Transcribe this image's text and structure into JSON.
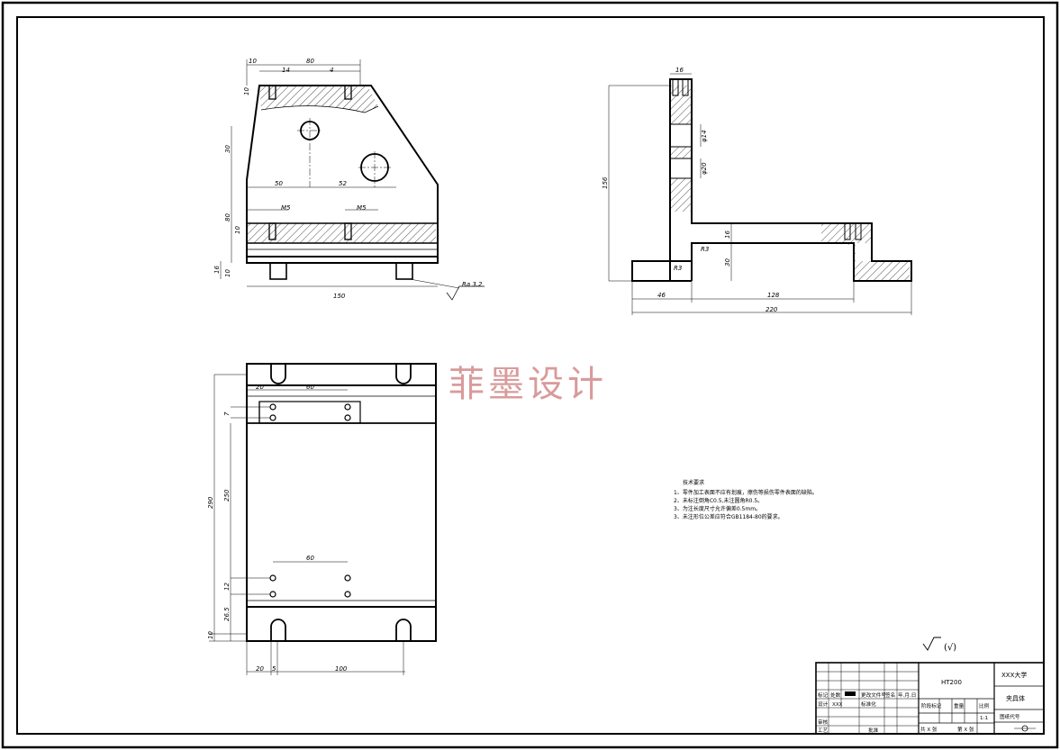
{
  "watermark": "菲墨设计",
  "front_view": {
    "dims": {
      "top_total": "80",
      "top_left_small": "10",
      "slot_width": "14",
      "hole_top_right": "4",
      "left_top": "10",
      "hole_spacing_v": "30",
      "hole_h1": "50",
      "hole_h2": "52",
      "left_80": "80",
      "tap_left": "M5",
      "tap_right": "M5",
      "slot_10": "10",
      "foot_16": "16",
      "foot_10": "10",
      "width_150": "150"
    },
    "roughness": "Ra 3.2"
  },
  "side_view": {
    "dims": {
      "top_16": "16",
      "hole_upper": "φ14",
      "hole_lower": "φ20",
      "height_156": "156",
      "web_16": "16",
      "r3_upper": "R3",
      "r3_lower": "R3",
      "rib_30": "30",
      "d46": "46",
      "d128": "128",
      "d220": "220"
    }
  },
  "top_view": {
    "dims": {
      "top_20": "20",
      "top_60": "60",
      "v7": "7",
      "total_290": "290",
      "inner_250": "250",
      "bot_60": "60",
      "v12": "12",
      "v265": "26.5",
      "v10": "10",
      "b20": "20",
      "b5": "5",
      "b100": "100"
    }
  },
  "tech_notes": {
    "heading": "技术要求",
    "lines": [
      "1、零件加工表面不应有划痕，擦伤等损伤零件表面的缺陷。",
      "2、未标注倒角C0.5,未注圆角R0.5。",
      "3、为注长度尺寸允许偏差0.5mm。",
      "3、未注形位公差应符合GB1184-80的要求。"
    ]
  },
  "surface_symbol": "(√)",
  "title_block": {
    "material": "HT200",
    "school": "XXX大学",
    "part_name": "夹具体",
    "drawing_no": "图纸代号",
    "scale_label": "比例",
    "scale": "1:1",
    "weight_label": "重量",
    "stage_label": "阶段标记",
    "rev_h1": "标记",
    "rev_h2": "处数",
    "rev_h3": "更改文件号",
    "rev_h4": "签名",
    "rev_h5": "年.月.日",
    "designer_label": "设计",
    "designer": "XXX",
    "std_label": "标准化",
    "review_label": "审核",
    "process_label": "工艺",
    "approve_label": "批准",
    "sheets_total": "共 X 张",
    "sheet_no": "第 X 张"
  }
}
